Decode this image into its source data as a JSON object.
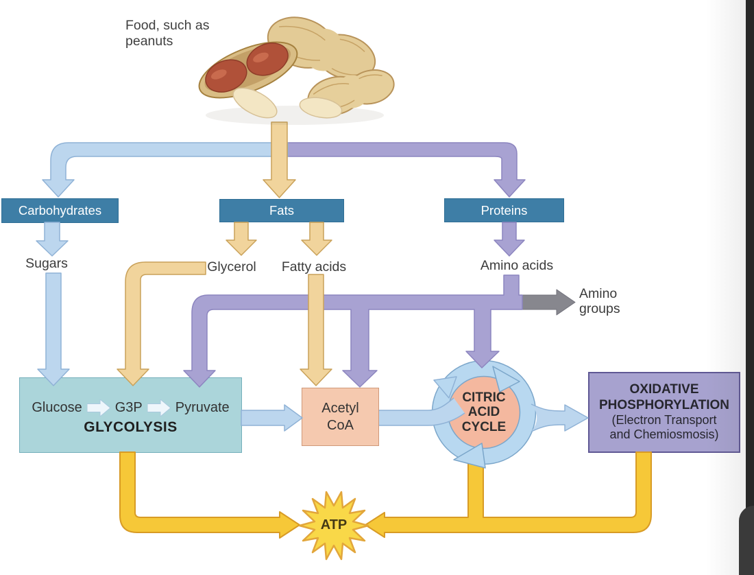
{
  "labels": {
    "food": "Food, such as peanuts",
    "sugars": "Sugars",
    "glycerol": "Glycerol",
    "fatty_acids": "Fatty acids",
    "amino_acids": "Amino acids",
    "amino_groups_1": "Amino",
    "amino_groups_2": "groups"
  },
  "macronutrients": {
    "carbohydrates": "Carbohydrates",
    "fats": "Fats",
    "proteins": "Proteins"
  },
  "glycolysis": {
    "steps": [
      "Glucose",
      "G3P",
      "Pyruvate"
    ],
    "title": "GLYCOLYSIS"
  },
  "acetyl_coa": {
    "line1": "Acetyl",
    "line2": "CoA"
  },
  "citric_acid_cycle": {
    "line1": "CITRIC",
    "line2": "ACID",
    "line3": "CYCLE"
  },
  "oxidative_phosphorylation": {
    "line1": "OXIDATIVE",
    "line2": "PHOSPHORYLATION",
    "line3": "(Electron Transport",
    "line4": "and Chemiosmosis)"
  },
  "atp": {
    "label": "ATP"
  },
  "colors": {
    "teal_box": "#3e7ea6",
    "glycolysis_box": "#abd5da",
    "acetyl_box": "#f5c9af",
    "oxphos_box": "#a7a2cf",
    "citric_inner": "#f4b89f",
    "ring_blue": "#b8d8f0",
    "arrow_blue": "#bcd6ee",
    "arrow_purple": "#a8a2d2",
    "arrow_tan": "#f1d49c",
    "arrow_gold": "#f6c838",
    "arrow_gray": "#87878e",
    "atp_star": "#f9d848",
    "frame_strip": "#282828"
  }
}
